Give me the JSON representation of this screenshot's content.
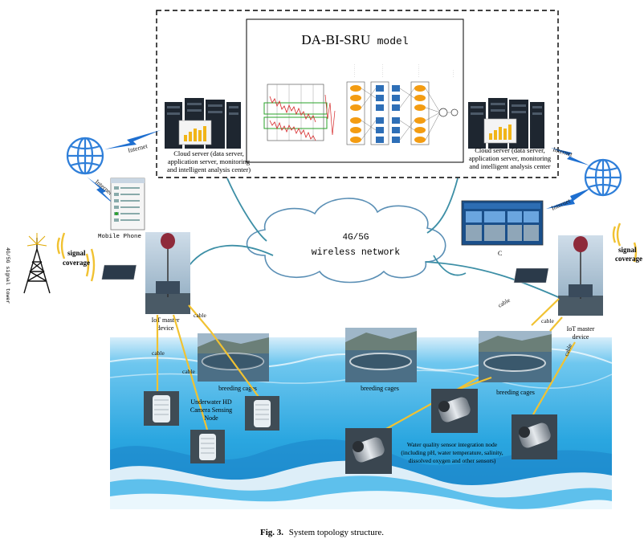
{
  "model": {
    "title": "DA-BI-SRU",
    "title_suffix": "model"
  },
  "cloud_left": {
    "caption_lines": [
      "Cloud server (data server,",
      "application server, monitoring",
      "and intelligent analysis center)"
    ]
  },
  "cloud_right": {
    "caption_lines": [
      "Cloud server (data server,",
      "application server, monitoring",
      "and intelligent analysis center"
    ]
  },
  "links": {
    "internet_1": "Internet",
    "internet_2": "Internet",
    "internet_3": "Internet",
    "internet_4": "Internet"
  },
  "network": {
    "line1": "4G/5G",
    "line2": "wireless network"
  },
  "mobile_phone_label": "Mobile Phone",
  "monitor_label": "C",
  "tower": {
    "vertical_label": "4G/5G signal tower",
    "coverage_left": [
      "signal",
      "coverage"
    ],
    "coverage_right": [
      "signal",
      "coverage"
    ]
  },
  "iot_left": [
    "IoT master",
    "device"
  ],
  "iot_right": [
    "IoT master",
    "device"
  ],
  "cable_labels": [
    "cable",
    "cable",
    "cable",
    "cable",
    "cable",
    "cable"
  ],
  "cages": [
    "breeding cages",
    "breeding cages",
    "breeding cages"
  ],
  "camera_node": [
    "Underwater HD",
    "Camera Sensing",
    "Node"
  ],
  "water_node": [
    "Water quality sensor integration node",
    "(including pH, water temperature, salinity,",
    "dissolved oxygen and other sensors)"
  ],
  "caption": {
    "fig": "Fig. 3.",
    "text": "System topology structure."
  },
  "colors": {
    "water": "#4fb9e6",
    "cloud_line": "#3d8fa6",
    "cable": "#f1c232",
    "lightning": "#1e6fd0",
    "globe": "#2f7fd9",
    "node_orange": "#f39c12"
  }
}
